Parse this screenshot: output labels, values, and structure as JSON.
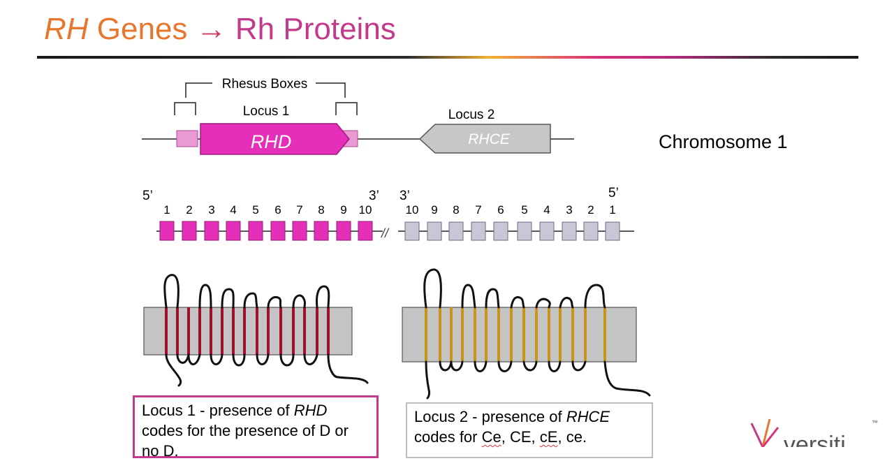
{
  "title": {
    "gene_part": "RH",
    "genes_word": "Genes",
    "arrow": "→",
    "proteins": "Rh Proteins"
  },
  "gene_map": {
    "rhesus_boxes_label": "Rhesus Boxes",
    "locus1_label": "Locus 1",
    "locus2_label": "Locus 2",
    "rhd_label": "RHD",
    "rhce_label": "RHCE",
    "chromosome_label": "Chromosome 1"
  },
  "exons": {
    "rhd_five_prime": "5’",
    "rhd_three_prime": "3’",
    "rhce_three_prime": "3’",
    "rhce_five_prime": "5’",
    "rhd_numbers": [
      "1",
      "2",
      "3",
      "4",
      "5",
      "6",
      "7",
      "8",
      "9",
      "10"
    ],
    "rhce_numbers": [
      "10",
      "9",
      "8",
      "7",
      "6",
      "5",
      "4",
      "3",
      "2",
      "1"
    ],
    "break_mark": "//"
  },
  "proteins": {
    "rhd_strand_color": "#a0102e",
    "rhce_strand_color": "#c8951a",
    "membrane_color": "#c4c4c4"
  },
  "colors": {
    "rhd_magenta": "#e52fb8",
    "rhd_light": "#ea9ad2",
    "rhce_gray": "#c7c7c7",
    "exon_gray": "#c9c6d6"
  },
  "notes": {
    "locus1": {
      "prefix": "Locus 1 - presence of ",
      "gene": "RHD",
      "line2": "codes for the presence of D or",
      "line3": "no D."
    },
    "locus2": {
      "prefix": "Locus 2 - presence of ",
      "gene": "RHCE",
      "line2_prefix": "codes for ",
      "alleles": [
        "Ce",
        "CE",
        "cE",
        "ce"
      ]
    }
  },
  "logo": {
    "text": "versiti",
    "mark": "™"
  }
}
